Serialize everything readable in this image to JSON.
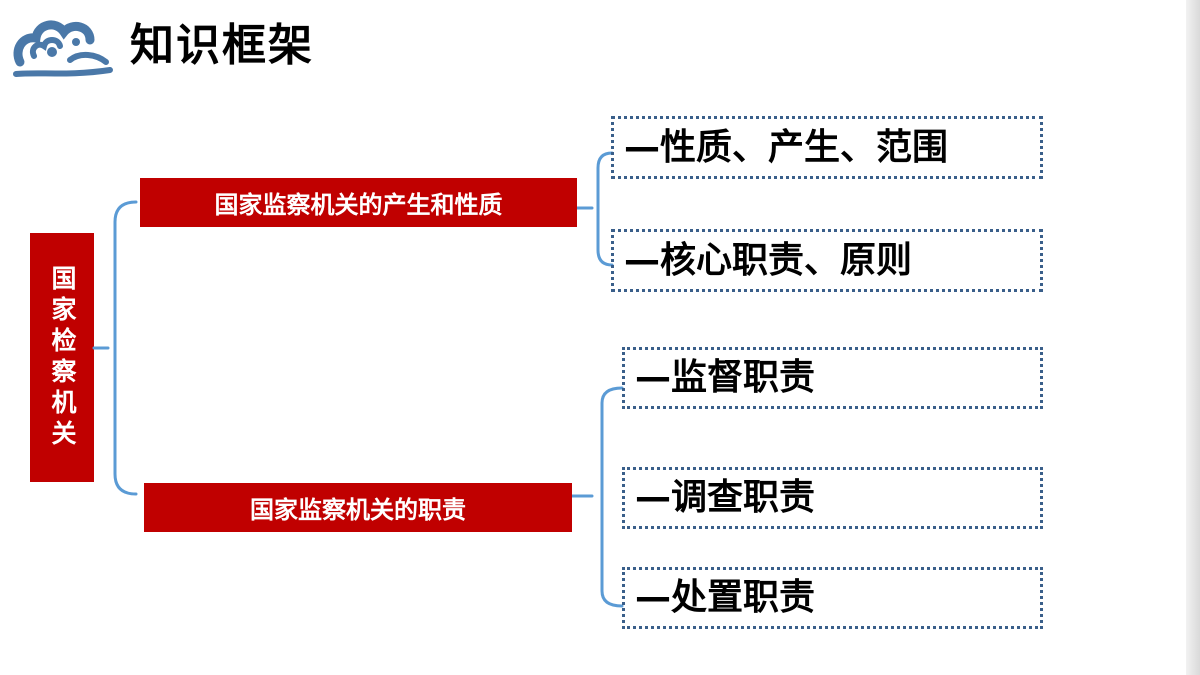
{
  "header": {
    "title": "知识框架",
    "logo_icon": "auspicious-cloud-icon"
  },
  "diagram": {
    "root": "国家检察机关",
    "branches": [
      {
        "label": "国家监察机关的产生和性质",
        "leaves": [
          "—性质、产生、范围",
          "—核心职责、原则"
        ]
      },
      {
        "label": "国家监察机关的职责",
        "leaves": [
          "—监督职责",
          "—调查职责",
          "—处置职责"
        ]
      }
    ]
  },
  "colors": {
    "box_red": "#c00000",
    "bracket_blue": "#5b9bd5",
    "dotted_border": "#3a5f8a",
    "cloud_blue": "#4a78a8"
  }
}
